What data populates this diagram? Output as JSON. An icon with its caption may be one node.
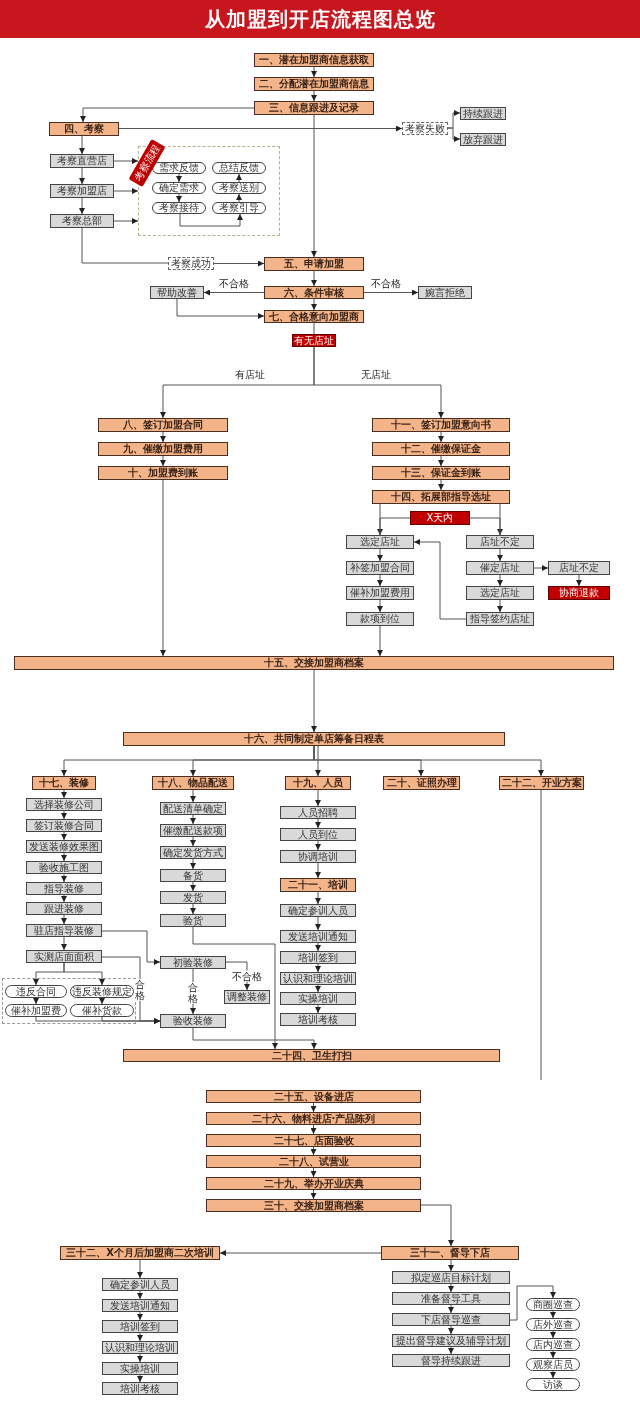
{
  "diagram": {
    "title": "从加盟到开店流程图总览",
    "nodes": [
      {
        "text": [
          "一、潜在加盟商信息获取"
        ]
      },
      {
        "text": [
          "二、分配潜在加盟商信息"
        ]
      },
      {
        "text": [
          "三、信息跟进及记录"
        ]
      },
      {
        "text": [
          "四、考察"
        ]
      },
      {
        "text": [
          "考察失败"
        ]
      },
      {
        "text": [
          "持续跟进"
        ]
      },
      {
        "text": [
          "放弃跟进"
        ]
      },
      {
        "text": [
          "考察直营店"
        ]
      },
      {
        "text": [
          "考察加盟店"
        ]
      },
      {
        "text": [
          "考察总部"
        ]
      },
      {
        "text": [],
        "shape": "box"
      },
      {
        "text": [
          "需求反馈"
        ],
        "in": 10
      },
      {
        "text": [
          "确定需求"
        ],
        "in": 10
      },
      {
        "text": [
          "考察接待"
        ],
        "in": 10
      },
      {
        "text": [
          "总结反馈"
        ],
        "in": 10
      },
      {
        "text": [
          "考察送别"
        ],
        "in": 10
      },
      {
        "text": [
          "考察引导"
        ],
        "in": 10
      },
      {
        "text": [
          "考察成功"
        ]
      },
      {
        "text": [
          "五、申请加盟"
        ]
      },
      {
        "text": [
          "六、条件审核"
        ]
      },
      {
        "text": [
          "帮助改善"
        ]
      },
      {
        "text": [
          "婉言拒绝"
        ]
      },
      {
        "text": [
          "七、合格意向加盟商"
        ]
      },
      {
        "text": [
          "有无店址"
        ]
      },
      {
        "text": [
          "八、签订加盟合同"
        ]
      },
      {
        "text": [
          "九、催缴加盟费用"
        ]
      },
      {
        "text": [
          "十、加盟费到账"
        ]
      },
      {
        "text": [
          "十一、签订加盟意向书"
        ]
      },
      {
        "text": [
          "十二、催缴保证金"
        ]
      },
      {
        "text": [
          "十三、保证金到账"
        ]
      },
      {
        "text": [
          "十四、拓展部指导选址"
        ]
      },
      {
        "text": [
          "X天内"
        ]
      },
      {
        "text": [
          "选定店址"
        ]
      },
      {
        "text": [
          "店址不定"
        ]
      },
      {
        "text": [
          "补签加盟合同"
        ]
      },
      {
        "text": [
          "催定店址"
        ]
      },
      {
        "text": [
          "店址不定"
        ]
      },
      {
        "text": [
          "催补加盟费用"
        ]
      },
      {
        "text": [
          "选定店址"
        ]
      },
      {
        "text": [
          "协商退款"
        ]
      },
      {
        "text": [
          "款项到位"
        ]
      },
      {
        "text": [
          "指导签约店址"
        ]
      },
      {
        "text": [
          "十五、交接加盟商档案"
        ]
      },
      {
        "text": [
          "十六、共同制定单店筹备日程表"
        ]
      },
      {
        "text": [
          "十七、装修"
        ]
      },
      {
        "text": [
          "十八、物品配送"
        ]
      },
      {
        "text": [
          "十九、人员"
        ]
      },
      {
        "text": [
          "二十、证照办理"
        ]
      },
      {
        "text": [
          "二十二、开业方案"
        ]
      },
      {
        "text": [
          "选择装修公司"
        ]
      },
      {
        "text": [
          "签订装修合同"
        ]
      },
      {
        "text": [
          "发送装修效果图"
        ]
      },
      {
        "text": [
          "验收施工图"
        ]
      },
      {
        "text": [
          "指导装修"
        ]
      },
      {
        "text": [
          "跟进装修"
        ]
      },
      {
        "text": [
          "驻店指导装修"
        ]
      },
      {
        "text": [
          "实测店面面积"
        ]
      },
      {
        "text": [
          "配送清单确定"
        ]
      },
      {
        "text": [
          "催缴配送款项"
        ]
      },
      {
        "text": [
          "确定发货方式"
        ]
      },
      {
        "text": [
          "备货"
        ]
      },
      {
        "text": [
          "发货"
        ]
      },
      {
        "text": [
          "验货"
        ]
      },
      {
        "text": [
          "人员招聘"
        ]
      },
      {
        "text": [
          "人员到位"
        ]
      },
      {
        "text": [
          "协调培训"
        ]
      },
      {
        "text": [
          "二十一、培训"
        ]
      },
      {
        "text": [
          "确定参训人员"
        ]
      },
      {
        "text": [
          "发送培训通知"
        ]
      },
      {
        "text": [
          "培训签到"
        ]
      },
      {
        "text": [
          "认识和理论培训"
        ]
      },
      {
        "text": [
          "实操培训"
        ]
      },
      {
        "text": [
          "培训考核"
        ]
      },
      {
        "text": [
          "初验装修"
        ]
      },
      {
        "text": [
          "调整装修"
        ]
      },
      {
        "text": [],
        "shape": "box"
      },
      {
        "text": [
          "违反合同"
        ],
        "in": 75
      },
      {
        "text": [
          "违反装修规定"
        ],
        "in": 75
      },
      {
        "text": [
          "催补加盟费"
        ],
        "in": 75
      },
      {
        "text": [
          "催补货款"
        ],
        "in": 75
      },
      {
        "text": [
          "验收装修"
        ]
      },
      {
        "text": [
          "二十四、卫生打扫"
        ]
      },
      {
        "text": [
          "二十五、设备进店"
        ]
      },
      {
        "text": [
          "二十六、物料进店·产品陈列"
        ]
      },
      {
        "text": [
          "二十七、店面验收"
        ]
      },
      {
        "text": [
          "二十八、试营业"
        ]
      },
      {
        "text": [
          "二十九、举办开业庆典"
        ]
      },
      {
        "text": [
          "三十、交接加盟商档案"
        ]
      },
      {
        "text": [
          "三十一、督导下店"
        ]
      },
      {
        "text": [
          "三十二、X个月后加盟商二次培训"
        ]
      },
      {
        "text": [
          "拟定巡店目标计划"
        ]
      },
      {
        "text": [
          "准备督导工具"
        ]
      },
      {
        "text": [
          "下店督导巡查"
        ]
      },
      {
        "text": [
          "提出督导建议及辅导计划"
        ]
      },
      {
        "text": [
          "督导持续跟进"
        ]
      },
      {
        "text": [
          "商圈巡查"
        ]
      },
      {
        "text": [
          "店外巡查"
        ]
      },
      {
        "text": [
          "店内巡查"
        ]
      },
      {
        "text": [
          "观察店员"
        ]
      },
      {
        "text": [
          "访谈"
        ]
      },
      {
        "text": [
          "确定参训人员"
        ]
      },
      {
        "text": [
          "发送培训通知"
        ]
      },
      {
        "text": [
          "培训签到"
        ]
      },
      {
        "text": [
          "认识和理论培训"
        ]
      },
      {
        "text": [
          "实操培训"
        ]
      },
      {
        "text": [
          "培训考核"
        ]
      }
    ],
    "edges": [
      {
        "from": 0,
        "to": 1,
        "arrow": "to"
      },
      {
        "from": 1,
        "to": 2,
        "arrow": "to"
      },
      {
        "from": 2,
        "to": 3,
        "arrow": "to"
      },
      {
        "from": 3,
        "to": 4,
        "arrow": "to"
      },
      {
        "from": 4,
        "to": 5,
        "arrow": "to"
      },
      {
        "from": 4,
        "to": 6,
        "arrow": "to"
      },
      {
        "from": 2,
        "to": 18,
        "arrow": "to"
      },
      {
        "from": 3,
        "to": 7,
        "arrow": "to"
      },
      {
        "from": 7,
        "to": 8,
        "arrow": "to"
      },
      {
        "from": 8,
        "to": 9,
        "arrow": "to"
      },
      {
        "from": 7,
        "to": 10,
        "arrow": "to"
      },
      {
        "from": 8,
        "to": 10,
        "arrow": "to"
      },
      {
        "from": 9,
        "to": 10,
        "arrow": "to"
      },
      {
        "from": 11,
        "to": 12,
        "arrow": "to"
      },
      {
        "from": 12,
        "to": 13,
        "arrow": "to"
      },
      {
        "from": 13,
        "to": 16,
        "arrow": "to"
      },
      {
        "from": 16,
        "to": 15,
        "arrow": "to"
      },
      {
        "from": 15,
        "to": 14,
        "arrow": "to"
      },
      {
        "from": 9,
        "to": 17,
        "arrow": "none"
      },
      {
        "from": 17,
        "to": 18,
        "arrow": "to"
      },
      {
        "from": 18,
        "to": 19,
        "arrow": "to"
      },
      {
        "from": 19,
        "to": 20,
        "arrow": "to",
        "label": "不合格"
      },
      {
        "from": 19,
        "to": 21,
        "arrow": "to",
        "label": "不合格"
      },
      {
        "from": 19,
        "to": 22,
        "arrow": "to"
      },
      {
        "from": 20,
        "to": 22,
        "arrow": "to"
      },
      {
        "from": 22,
        "to": 23,
        "arrow": "none"
      },
      {
        "from": 23,
        "to": 24,
        "arrow": "to",
        "label": "有店址"
      },
      {
        "from": 23,
        "to": 27,
        "arrow": "to",
        "label": "无店址"
      },
      {
        "from": 24,
        "to": 25,
        "arrow": "to"
      },
      {
        "from": 25,
        "to": 26,
        "arrow": "to"
      },
      {
        "from": 27,
        "to": 28,
        "arrow": "to"
      },
      {
        "from": 28,
        "to": 29,
        "arrow": "to"
      },
      {
        "from": 29,
        "to": 30,
        "arrow": "to"
      },
      {
        "from": 30,
        "to": 32,
        "arrow": "to"
      },
      {
        "from": 30,
        "to": 33,
        "arrow": "to"
      },
      {
        "from": 32,
        "to": 34,
        "arrow": "to"
      },
      {
        "from": 34,
        "to": 37,
        "arrow": "to"
      },
      {
        "from": 37,
        "to": 40,
        "arrow": "to"
      },
      {
        "from": 33,
        "to": 35,
        "arrow": "to"
      },
      {
        "from": 35,
        "to": 38,
        "arrow": "to"
      },
      {
        "from": 38,
        "to": 41,
        "arrow": "to"
      },
      {
        "from": 35,
        "to": 36,
        "arrow": "to"
      },
      {
        "from": 36,
        "to": 39,
        "arrow": "to"
      },
      {
        "from": 31,
        "to": 32,
        "arrow": "none"
      },
      {
        "from": 31,
        "to": 33,
        "arrow": "none"
      },
      {
        "from": 41,
        "to": 32,
        "arrow": "to"
      },
      {
        "from": 26,
        "to": 42,
        "arrow": "to"
      },
      {
        "from": 40,
        "to": 42,
        "arrow": "to"
      },
      {
        "from": 42,
        "to": 43,
        "arrow": "to"
      },
      {
        "from": 43,
        "to": 44,
        "arrow": "to"
      },
      {
        "from": 43,
        "to": 45,
        "arrow": "to"
      },
      {
        "from": 43,
        "to": 46,
        "arrow": "to"
      },
      {
        "from": 43,
        "to": 47,
        "arrow": "to"
      },
      {
        "from": 43,
        "to": 48,
        "arrow": "to"
      },
      {
        "from": 44,
        "to": 49,
        "arrow": "to"
      },
      {
        "from": 49,
        "to": 50,
        "arrow": "to"
      },
      {
        "from": 50,
        "to": 51,
        "arrow": "to"
      },
      {
        "from": 51,
        "to": 52,
        "arrow": "to"
      },
      {
        "from": 52,
        "to": 53,
        "arrow": "to"
      },
      {
        "from": 53,
        "to": 54,
        "arrow": "to"
      },
      {
        "from": 54,
        "to": 55,
        "arrow": "to"
      },
      {
        "from": 55,
        "to": 56,
        "arrow": "to"
      },
      {
        "from": 45,
        "to": 57,
        "arrow": "to"
      },
      {
        "from": 57,
        "to": 58,
        "arrow": "to"
      },
      {
        "from": 58,
        "to": 59,
        "arrow": "to"
      },
      {
        "from": 59,
        "to": 60,
        "arrow": "to"
      },
      {
        "from": 60,
        "to": 61,
        "arrow": "to"
      },
      {
        "from": 61,
        "to": 62,
        "arrow": "to"
      },
      {
        "from": 46,
        "to": 63,
        "arrow": "to"
      },
      {
        "from": 63,
        "to": 64,
        "arrow": "to"
      },
      {
        "from": 64,
        "to": 65,
        "arrow": "to"
      },
      {
        "from": 65,
        "to": 66,
        "arrow": "to"
      },
      {
        "from": 66,
        "to": 67,
        "arrow": "to"
      },
      {
        "from": 67,
        "to": 68,
        "arrow": "to"
      },
      {
        "from": 68,
        "to": 69,
        "arrow": "to"
      },
      {
        "from": 69,
        "to": 70,
        "arrow": "to"
      },
      {
        "from": 70,
        "to": 71,
        "arrow": "to"
      },
      {
        "from": 71,
        "to": 72,
        "arrow": "to"
      },
      {
        "from": 48,
        "to": null,
        "arrow": "none"
      },
      {
        "from": 55,
        "to": 73,
        "arrow": "to"
      },
      {
        "from": 56,
        "to": 80,
        "arrow": "to",
        "label": "合格"
      },
      {
        "from": 56,
        "to": 76,
        "arrow": "to"
      },
      {
        "from": 56,
        "to": 77,
        "arrow": "to"
      },
      {
        "from": 76,
        "to": 78,
        "arrow": "to"
      },
      {
        "from": 77,
        "to": 79,
        "arrow": "to"
      },
      {
        "from": 78,
        "to": 80,
        "arrow": "to"
      },
      {
        "from": 79,
        "to": 80,
        "arrow": "to"
      },
      {
        "from": 73,
        "to": 80,
        "arrow": "to",
        "label": "合格"
      },
      {
        "from": 73,
        "to": 74,
        "arrow": "to",
        "label": "不合格"
      },
      {
        "from": 62,
        "to": 81,
        "arrow": "to"
      },
      {
        "from": 80,
        "to": 81,
        "arrow": "to"
      },
      {
        "from": 82,
        "to": 83,
        "arrow": "to"
      },
      {
        "from": 83,
        "to": 84,
        "arrow": "to"
      },
      {
        "from": 84,
        "to": 85,
        "arrow": "to"
      },
      {
        "from": 85,
        "to": 86,
        "arrow": "to"
      },
      {
        "from": 86,
        "to": 87,
        "arrow": "to"
      },
      {
        "from": 87,
        "to": 88,
        "arrow": "to"
      },
      {
        "from": 88,
        "to": 89,
        "arrow": "to"
      },
      {
        "from": 88,
        "to": 90,
        "arrow": "to"
      },
      {
        "from": 90,
        "to": 91,
        "arrow": "to"
      },
      {
        "from": 91,
        "to": 92,
        "arrow": "to"
      },
      {
        "from": 92,
        "to": 93,
        "arrow": "to"
      },
      {
        "from": 93,
        "to": 94,
        "arrow": "to"
      },
      {
        "from": 92,
        "to": 95,
        "arrow": "to"
      },
      {
        "from": 95,
        "to": 96,
        "arrow": "to"
      },
      {
        "from": 96,
        "to": 97,
        "arrow": "to"
      },
      {
        "from": 97,
        "to": 98,
        "arrow": "to"
      },
      {
        "from": 98,
        "to": 99,
        "arrow": "to"
      },
      {
        "from": 89,
        "to": 100,
        "arrow": "to"
      },
      {
        "from": 100,
        "to": 101,
        "arrow": "to"
      },
      {
        "from": 101,
        "to": 102,
        "arrow": "to"
      },
      {
        "from": 102,
        "to": 103,
        "arrow": "to"
      },
      {
        "from": 103,
        "to": 104,
        "arrow": "to"
      },
      {
        "from": 104,
        "to": 105,
        "arrow": "to"
      }
    ],
    "labels": [
      "考察流程"
    ]
  }
}
